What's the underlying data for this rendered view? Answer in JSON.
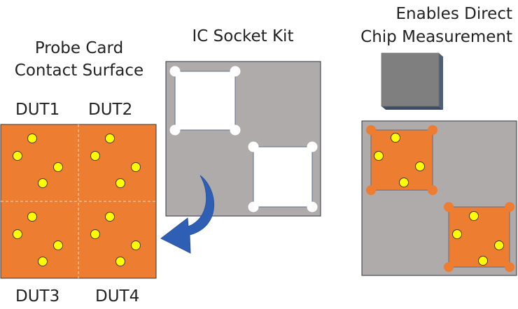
{
  "probe_card": {
    "title_line1": "Probe Card",
    "title_line2": "Contact Surface",
    "dut_labels": [
      "DUT1",
      "DUT2",
      "DUT3",
      "DUT4"
    ],
    "board_color": "#ed7d31",
    "pin_color": "#ffff00"
  },
  "ic_socket": {
    "title": "IC Socket Kit",
    "board_color": "#b0abab",
    "cavity_color": "#ffffff"
  },
  "measurement": {
    "title_line1": "Enables Direct",
    "title_line2": "Chip Measurement",
    "chip_color": "#7f7f7f",
    "board_color": "#b0abab"
  },
  "arrow_color": "#2f5fb4"
}
